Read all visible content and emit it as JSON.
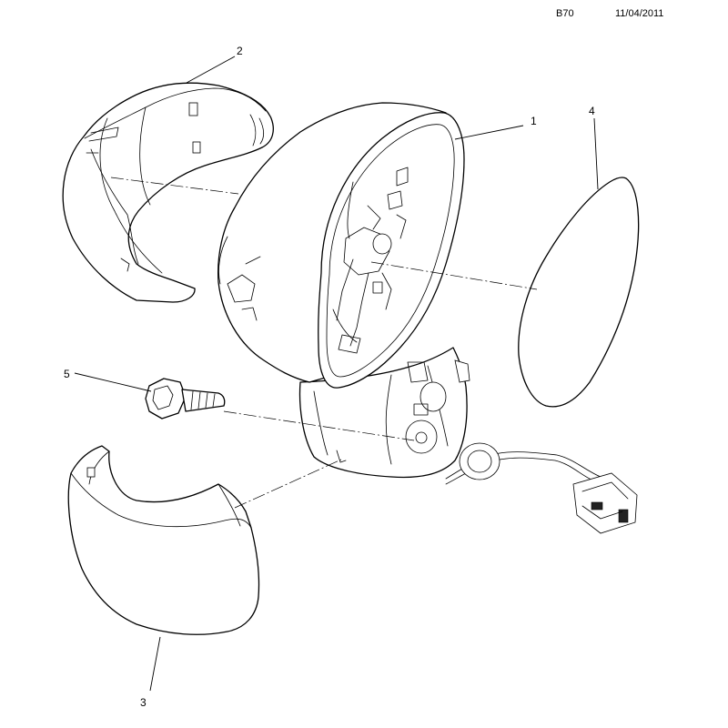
{
  "header": {
    "code": "B70",
    "date": "11/04/2011"
  },
  "callouts": [
    {
      "id": "1",
      "label": "1"
    },
    {
      "id": "2",
      "label": "2"
    },
    {
      "id": "3",
      "label": "3"
    },
    {
      "id": "4",
      "label": "4"
    },
    {
      "id": "5",
      "label": "5"
    }
  ]
}
